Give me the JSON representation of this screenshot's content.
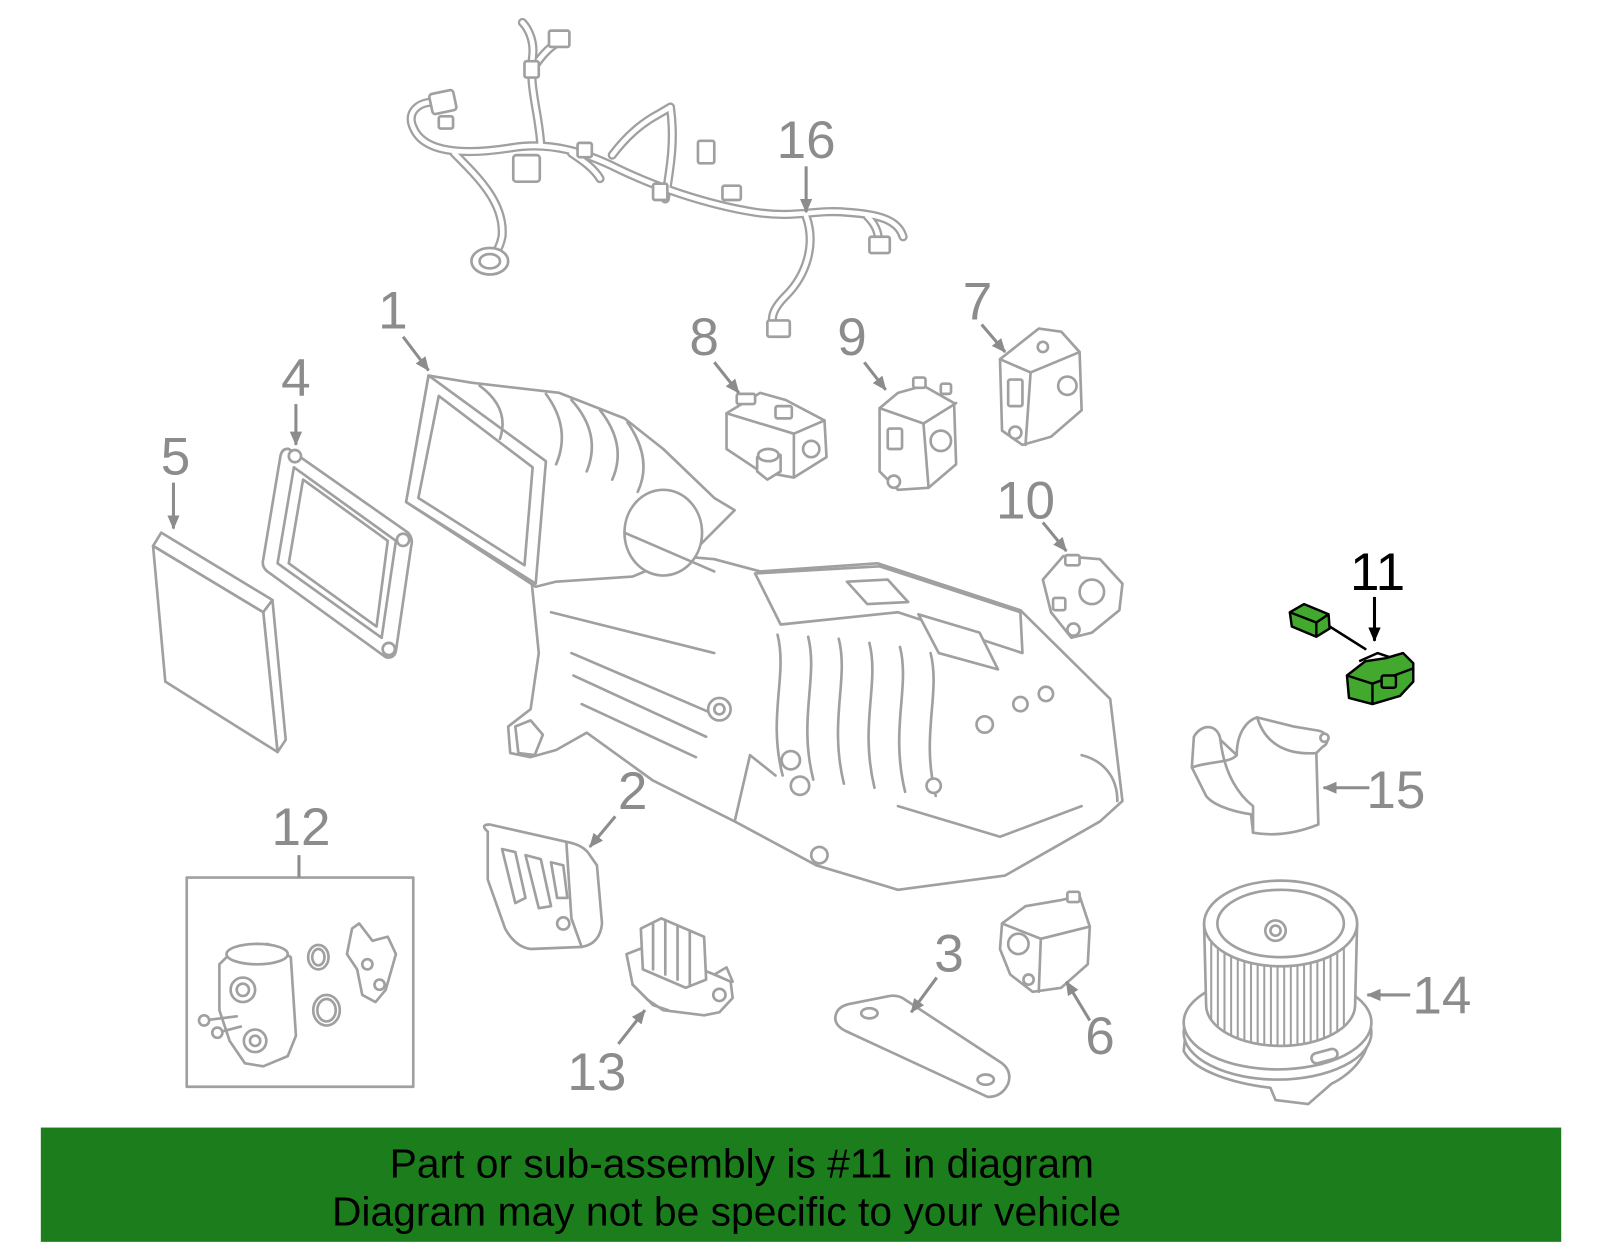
{
  "diagram": {
    "callouts": [
      {
        "label": "1",
        "highlighted": false
      },
      {
        "label": "2",
        "highlighted": false
      },
      {
        "label": "3",
        "highlighted": false
      },
      {
        "label": "4",
        "highlighted": false
      },
      {
        "label": "5",
        "highlighted": false
      },
      {
        "label": "6",
        "highlighted": false
      },
      {
        "label": "7",
        "highlighted": false
      },
      {
        "label": "8",
        "highlighted": false
      },
      {
        "label": "9",
        "highlighted": false
      },
      {
        "label": "10",
        "highlighted": false
      },
      {
        "label": "11",
        "highlighted": true
      },
      {
        "label": "12",
        "highlighted": false
      },
      {
        "label": "13",
        "highlighted": false
      },
      {
        "label": "14",
        "highlighted": false
      },
      {
        "label": "15",
        "highlighted": false
      },
      {
        "label": "16",
        "highlighted": false
      }
    ]
  },
  "banner": {
    "line1": "Part or sub-assembly is #11 in diagram",
    "line2": "Diagram may not be specific to your vehicle"
  },
  "colors": {
    "banner_background": "#1b7d1b",
    "banner_text": "#000000",
    "highlight_fill": "#43a92e",
    "highlight_stroke": "#000000",
    "part_stroke": "#a0a0a0",
    "callout_text": "#8c8c8c",
    "highlight_callout_text": "#000000"
  }
}
